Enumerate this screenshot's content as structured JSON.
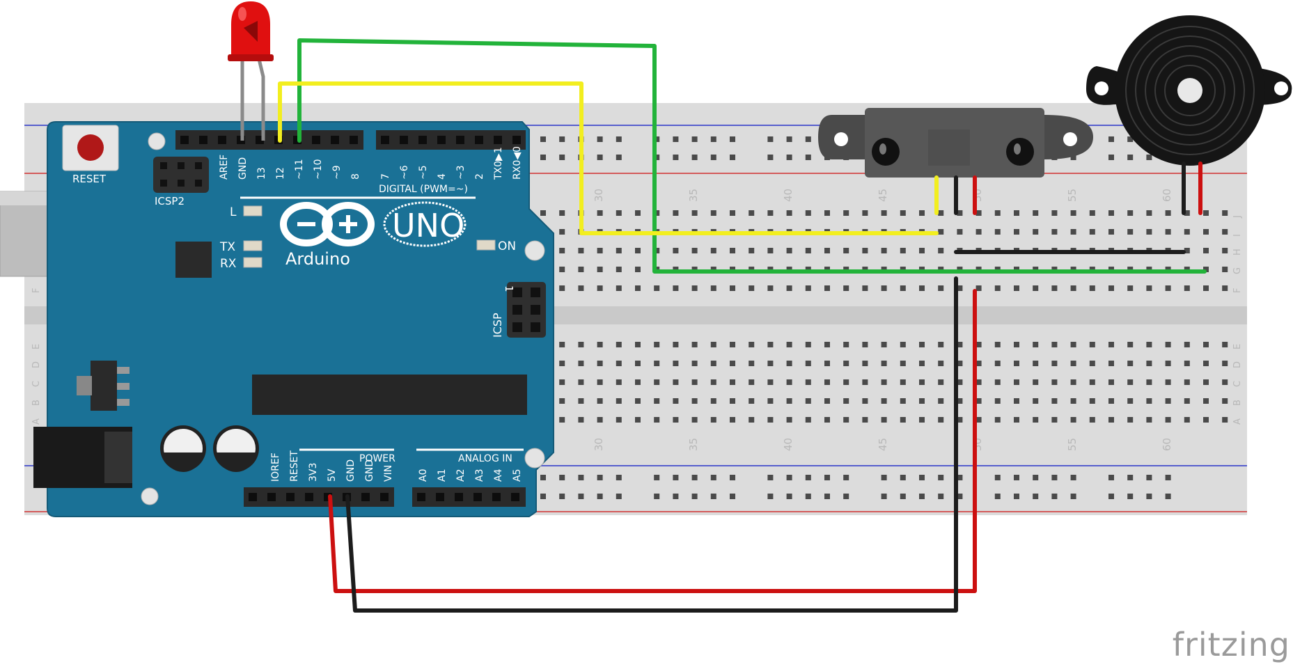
{
  "arduino": {
    "reset_label": "RESET",
    "icsp2_label": "ICSP2",
    "icsp_label": "ICSP",
    "icsp_pin1": "1",
    "digital_header": "DIGITAL (PWM=~)",
    "power_header": "POWER",
    "analog_header": "ANALOG IN",
    "led_l": "L",
    "led_tx": "TX",
    "led_rx": "RX",
    "led_on": "ON",
    "logo_uno": "UNO",
    "logo_brand": "Arduino",
    "digital_pins_left": [
      "AREF",
      "GND",
      "13",
      "12",
      "~11",
      "~10",
      "~9",
      "8"
    ],
    "digital_pins_right": [
      "7",
      "~6",
      "~5",
      "4",
      "~3",
      "2",
      "TX0▶1",
      "RX0◀0"
    ],
    "power_pins": [
      "IOREF",
      "RESET",
      "3V3",
      "5V",
      "GND",
      "GND",
      "VIN"
    ],
    "analog_pins": [
      "A0",
      "A1",
      "A2",
      "A3",
      "A4",
      "A5"
    ]
  },
  "breadboard": {
    "column_numbers": [
      "30",
      "35",
      "40",
      "45",
      "50",
      "55",
      "60"
    ],
    "rows_top": [
      "J",
      "I",
      "H",
      "G",
      "F"
    ],
    "rows_bottom": [
      "E",
      "D",
      "C",
      "B",
      "A"
    ],
    "rows_left_top": [
      "F"
    ],
    "rows_left_bottom": [
      "E",
      "D",
      "C",
      "B",
      "A"
    ]
  },
  "wires": {
    "colors": {
      "green": "#22b33a",
      "yellow": "#f2ee1f",
      "red": "#cc1010",
      "black": "#1c1c1c",
      "led_leg": "#8a8a8a"
    }
  },
  "components": [
    "LED",
    "IR distance sensor",
    "piezo buzzer"
  ],
  "footer": {
    "brand": "fritzing"
  }
}
